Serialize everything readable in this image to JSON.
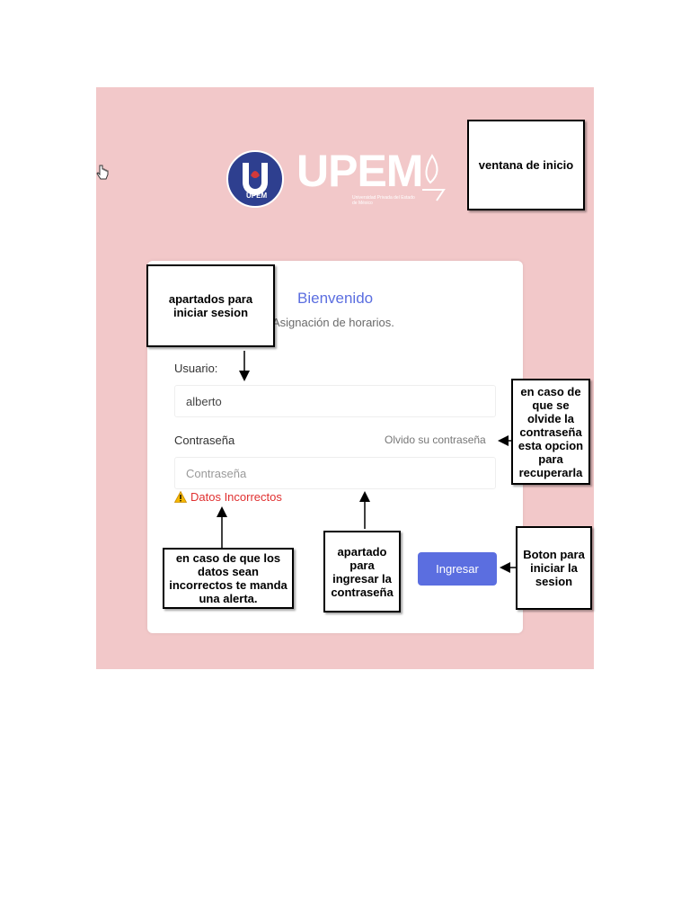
{
  "login": {
    "brand": "UPEM",
    "brand_sub": "Universidad Privada del Estado de México",
    "badge_text": "UPEM",
    "welcome": "Bienvenido",
    "subtitle": "Asignación de horarios.",
    "username_label": "Usuario:",
    "username_value": "alberto",
    "password_label": "Contraseña",
    "forgot_link": "Olvido su contraseña",
    "password_placeholder": "Contraseña",
    "error_text": "Datos Incorrectos",
    "submit_label": "Ingresar"
  },
  "annotations": {
    "login_window": "ventana de inicio",
    "login_fields": "apartados para iniciar sesion",
    "forgot_password": "en caso de que se olvide la contraseña esta opcion para recuperarla",
    "error_alert": "en caso de que los datos sean incorrectos te manda una alerta.",
    "password_field": "apartado para ingresar la contraseña",
    "submit_button": "Boton para iniciar la sesion"
  },
  "colors": {
    "background": "#f2c8c9",
    "accent": "#5b6ee0",
    "error": "#e03030",
    "logo_circle": "#2e3f8f"
  },
  "icons": [
    "hand-cursor-icon",
    "warning-icon"
  ]
}
